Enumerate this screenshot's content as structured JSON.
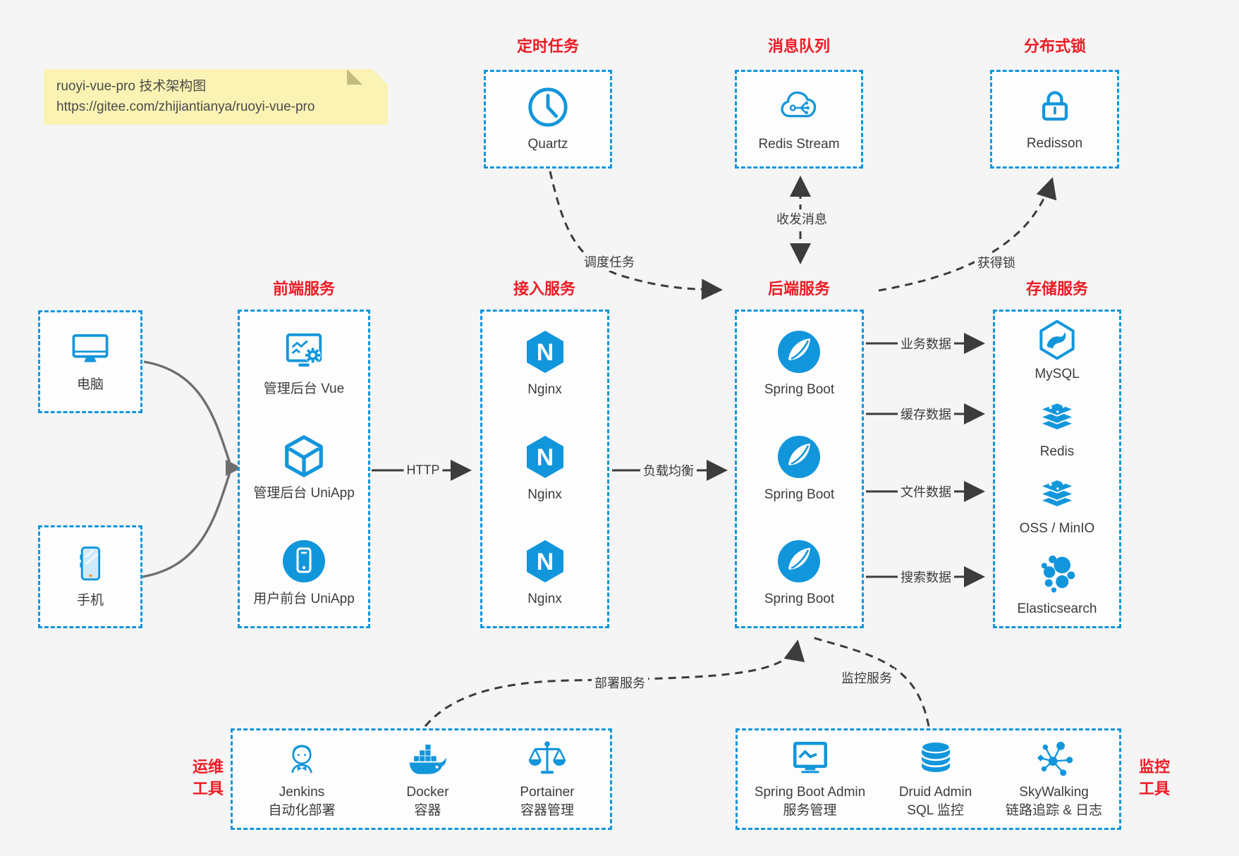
{
  "note": {
    "line1": "ruoyi-vue-pro 技术架构图",
    "line2": "https://gitee.com/zhijiantianya/ruoyi-vue-pro"
  },
  "colors": {
    "accent_blue": "#1296db",
    "title_red": "#ed1b24",
    "line_dark": "#3c3c3c",
    "line_gray": "#6e6e6e",
    "note_bg": "#faf3b3"
  },
  "top_groups": [
    {
      "title": "定时任务",
      "icon": "clock-icon",
      "label": "Quartz"
    },
    {
      "title": "消息队列",
      "icon": "redis-stream-cloud-icon",
      "label": "Redis Stream"
    },
    {
      "title": "分布式锁",
      "icon": "lock-icon",
      "label": "Redisson"
    }
  ],
  "clients": [
    {
      "icon": "desktop-icon",
      "label": "电脑"
    },
    {
      "icon": "mobile-icon",
      "label": "手机"
    }
  ],
  "main_groups": [
    {
      "title": "前端服务",
      "items": [
        {
          "icon": "admin-vue-icon",
          "label": "管理后台 Vue"
        },
        {
          "icon": "uniapp-cube-icon",
          "label": "管理后台 UniApp"
        },
        {
          "icon": "user-app-icon",
          "label": "用户前台 UniApp"
        }
      ]
    },
    {
      "title": "接入服务",
      "items": [
        {
          "icon": "nginx-icon",
          "label": "Nginx"
        },
        {
          "icon": "nginx-icon",
          "label": "Nginx"
        },
        {
          "icon": "nginx-icon",
          "label": "Nginx"
        }
      ]
    },
    {
      "title": "后端服务",
      "items": [
        {
          "icon": "spring-boot-icon",
          "label": "Spring Boot"
        },
        {
          "icon": "spring-boot-icon",
          "label": "Spring Boot"
        },
        {
          "icon": "spring-boot-icon",
          "label": "Spring Boot"
        }
      ]
    },
    {
      "title": "存储服务",
      "items": [
        {
          "icon": "mysql-icon",
          "label": "MySQL"
        },
        {
          "icon": "redis-icon",
          "label": "Redis"
        },
        {
          "icon": "oss-minio-icon",
          "label": "OSS / MinIO"
        },
        {
          "icon": "elasticsearch-icon",
          "label": "Elasticsearch"
        }
      ]
    }
  ],
  "bottom_groups": [
    {
      "side_label": {
        "line1": "运维",
        "line2": "工具"
      },
      "items": [
        {
          "icon": "jenkins-icon",
          "label": "Jenkins",
          "sublabel": "自动化部署"
        },
        {
          "icon": "docker-icon",
          "label": "Docker",
          "sublabel": "容器"
        },
        {
          "icon": "portainer-icon",
          "label": "Portainer",
          "sublabel": "容器管理"
        }
      ]
    },
    {
      "side_label": {
        "line1": "监控",
        "line2": "工具"
      },
      "items": [
        {
          "icon": "spring-boot-admin-icon",
          "label": "Spring Boot Admin",
          "sublabel": "服务管理"
        },
        {
          "icon": "druid-admin-icon",
          "label": "Druid Admin",
          "sublabel": "SQL 监控"
        },
        {
          "icon": "skywalking-icon",
          "label": "SkyWalking",
          "sublabel": "链路追踪 & 日志"
        }
      ]
    }
  ],
  "edges": {
    "http": "HTTP",
    "load_balance": "负载均衡",
    "dispatch": "调度任务",
    "message": "收发消息",
    "lock": "获得锁",
    "business": "业务数据",
    "cache": "缓存数据",
    "file": "文件数据",
    "search": "搜索数据",
    "deploy": "部署服务",
    "monitor": "监控服务"
  }
}
